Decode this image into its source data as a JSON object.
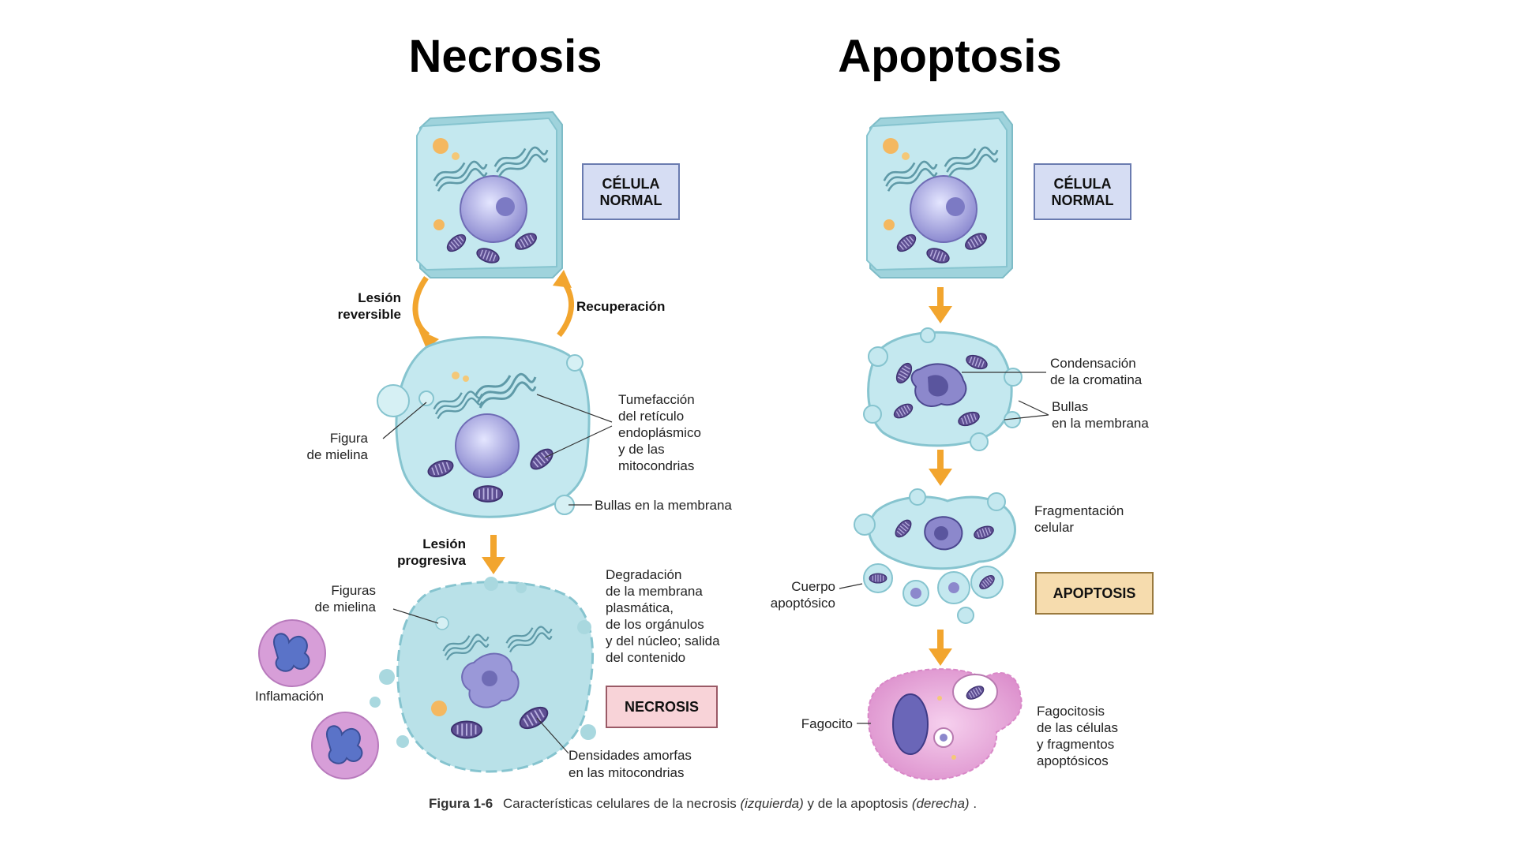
{
  "titles": {
    "left": "Necrosis",
    "right": "Apoptosis"
  },
  "boxes": {
    "normal_left": [
      "CÉLULA",
      "NORMAL"
    ],
    "normal_right": [
      "CÉLULA",
      "NORMAL"
    ],
    "necrosis": "NECROSIS",
    "apoptosis": "APOPTOSIS"
  },
  "labels": {
    "lesion_reversible": [
      "Lesión",
      "reversible"
    ],
    "recuperacion": "Recuperación",
    "figura_mielina": [
      "Figura",
      "de mielina"
    ],
    "tumefaccion": [
      "Tumefacción",
      "del retículo",
      "endoplásmico",
      "y de las",
      "mitocondrias"
    ],
    "bullas_necrosis": "Bullas en la membrana",
    "lesion_progresiva": [
      "Lesión",
      "progresiva"
    ],
    "figuras_mielina": [
      "Figuras",
      "de mielina"
    ],
    "inflamacion": "Inflamación",
    "degradacion": [
      "Degradación",
      "de la membrana",
      "plasmática,",
      "de los orgánulos",
      "y del núcleo; salida",
      "del contenido"
    ],
    "densidades": [
      "Densidades amorfas",
      "en las mitocondrias"
    ],
    "condensacion": [
      "Condensación",
      "de la cromatina"
    ],
    "bullas_apoptosis": [
      "Bullas",
      "en la membrana"
    ],
    "fragmentacion": [
      "Fragmentación",
      "celular"
    ],
    "cuerpo_apoptosico": [
      "Cuerpo",
      "apoptósico"
    ],
    "fagocito": "Fagocito",
    "fagocitosis": [
      "Fagocitosis",
      "de las células",
      "y fragmentos",
      "apoptósicos"
    ]
  },
  "caption": {
    "figure_number": "Figura 1-6",
    "text_start": "Características celulares de la necrosis ",
    "italic_left": "(izquierda)",
    "text_mid": " y de la apoptosis ",
    "italic_right": "(derecha)",
    "text_end": "."
  },
  "colors": {
    "cell_fill": "#bfe6ec",
    "cell_edge": "#8cc9d3",
    "nucleus": "#9a9ad8",
    "mito": "#6b5aa0",
    "arrow": "#f2a52e",
    "box_normal": "#d9e0f5",
    "box_necrosis": "#f8d4d8",
    "box_apoptosis": "#f7ddb0",
    "phagocyte": "#e8a6d8",
    "neutrophil": "#d59ad6"
  }
}
